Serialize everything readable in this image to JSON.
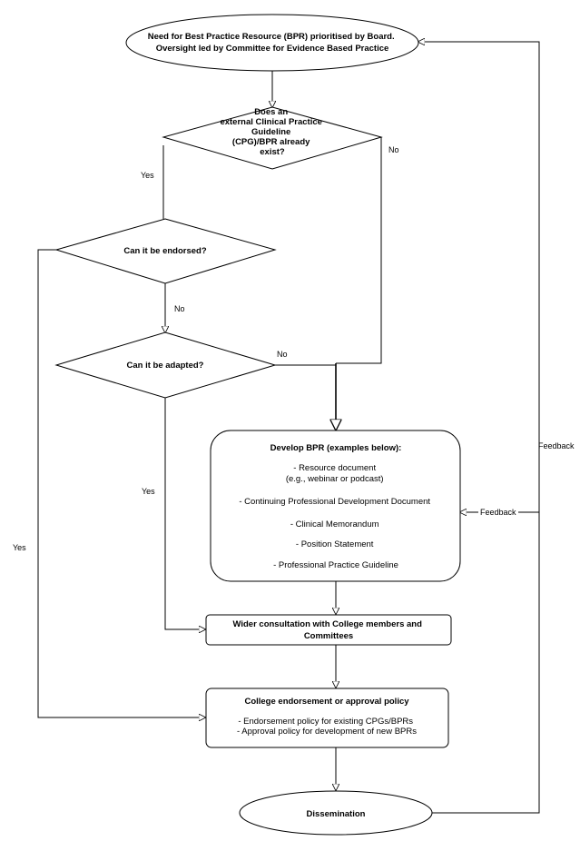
{
  "nodes": {
    "start": {
      "lines": [
        "Need for Best Practice Resource (BPR) prioritised by Board.",
        "Oversight led by Committee for Evidence Based Practice"
      ]
    },
    "decision_exists": {
      "lines": [
        "Does an",
        "external Clinical Practice",
        "Guideline",
        "(CPG)/BPR already",
        "exist?"
      ]
    },
    "decision_endorsed": {
      "lines": [
        "Can it be endorsed?"
      ]
    },
    "decision_adapted": {
      "lines": [
        "Can it be adapted?"
      ]
    },
    "develop": {
      "title": "Develop BPR (examples below):",
      "lines": [
        "- Resource document",
        "(e.g., webinar or podcast)",
        "- Continuing Professional Development Document",
        "- Clinical Memorandum",
        "- Position Statement",
        "- Professional Practice Guideline"
      ]
    },
    "consultation": {
      "lines": [
        "Wider consultation with College members and",
        "Committees"
      ]
    },
    "endorsement": {
      "title": "College endorsement or approval policy",
      "lines": [
        "- Endorsement policy for existing CPGs/BPRs",
        "- Approval policy for development of new BPRs"
      ]
    },
    "dissemination": {
      "lines": [
        "Dissemination"
      ]
    }
  },
  "edge_labels": {
    "exists_yes": "Yes",
    "exists_no": "No",
    "endorsed_no": "No",
    "endorsed_yes": "Yes",
    "adapted_no": "No",
    "adapted_yes": "Yes",
    "feedback_main": "Feedback",
    "feedback_develop": "Feedback"
  }
}
